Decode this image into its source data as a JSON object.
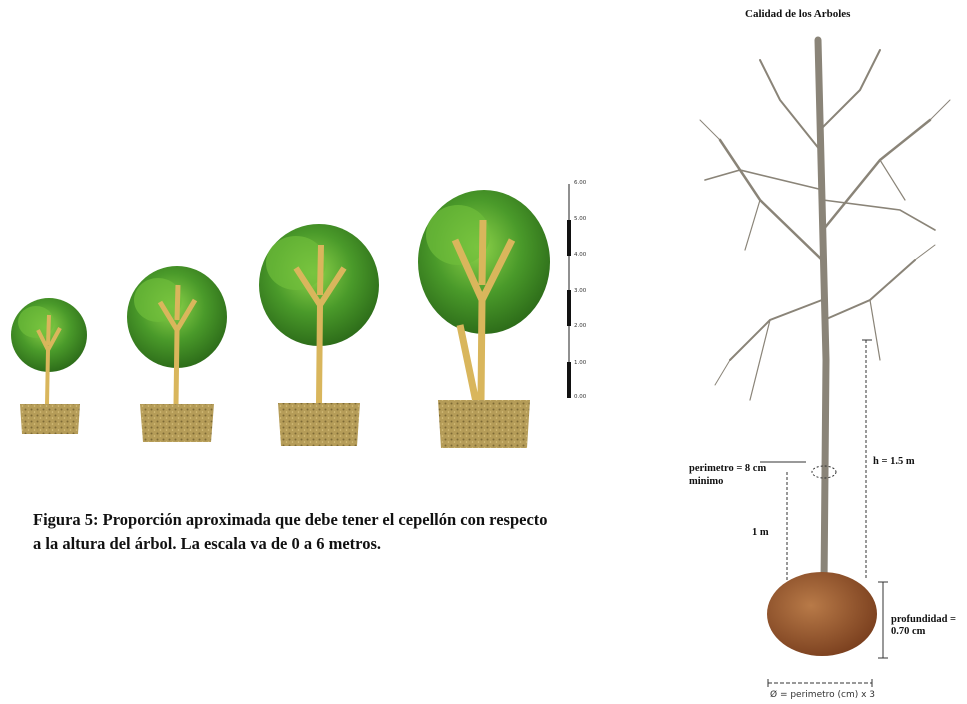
{
  "caption": "Figura 5: Proporción aproximada que debe tener el cepellón con respecto a la altura del árbol. La escala va de 0 a 6 metros.",
  "right_figure": {
    "title": "Calidad de los  Arboles",
    "perimetro_label": "perimetro = 8 cm",
    "minimo_label": "minimo",
    "one_m_label": "1 m",
    "h_label": "h = 1.5 m",
    "profundidad_label": "profundidad =",
    "profundidad_value": "0.70 cm",
    "diameter_label": "Ø = perimetro (cm) x 3"
  },
  "scale": {
    "ticks": [
      "6.00",
      "5.00",
      "4.00",
      "3.00",
      "2.00",
      "1.00",
      "0.00"
    ]
  },
  "colors": {
    "foliage": "#4a9a2a",
    "foliage_light": "#7cc83c",
    "trunk": "#d9b65c",
    "soil": "#b39a55",
    "rootball": "#9c5a30"
  }
}
